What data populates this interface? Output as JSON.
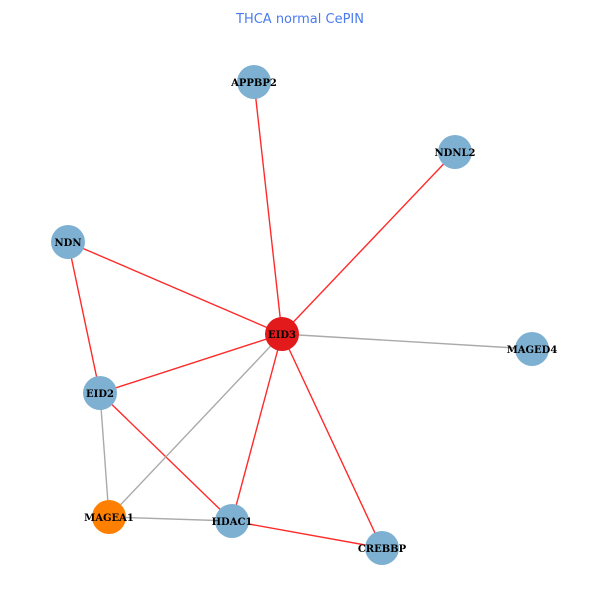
{
  "title": "THCA normal CePIN",
  "colors": {
    "default_node": "#7eb0d2",
    "center_node": "#e31a1c",
    "highlight_node": "#ff7f00",
    "red_edge": "#ff2a2a",
    "gray_edge": "#aaaaaa"
  },
  "nodes": [
    {
      "id": "APPBP2",
      "label": "APPBP2",
      "type": "default"
    },
    {
      "id": "NDNL2",
      "label": "NDNL2",
      "type": "default"
    },
    {
      "id": "NDN",
      "label": "NDN",
      "type": "default"
    },
    {
      "id": "EID3",
      "label": "EID3",
      "type": "center"
    },
    {
      "id": "MAGED4",
      "label": "MAGED4",
      "type": "default"
    },
    {
      "id": "EID2",
      "label": "EID2",
      "type": "default"
    },
    {
      "id": "MAGEA1",
      "label": "MAGEA1",
      "type": "highlight"
    },
    {
      "id": "HDAC1",
      "label": "HDAC1",
      "type": "default"
    },
    {
      "id": "CREBBP",
      "label": "CREBBP",
      "type": "default"
    }
  ],
  "edges": [
    {
      "source": "EID3",
      "target": "APPBP2",
      "kind": "red"
    },
    {
      "source": "EID3",
      "target": "NDNL2",
      "kind": "red"
    },
    {
      "source": "EID3",
      "target": "NDN",
      "kind": "red"
    },
    {
      "source": "EID3",
      "target": "EID2",
      "kind": "red"
    },
    {
      "source": "EID3",
      "target": "HDAC1",
      "kind": "red"
    },
    {
      "source": "EID3",
      "target": "CREBBP",
      "kind": "red"
    },
    {
      "source": "NDN",
      "target": "EID2",
      "kind": "red"
    },
    {
      "source": "EID2",
      "target": "HDAC1",
      "kind": "red"
    },
    {
      "source": "HDAC1",
      "target": "CREBBP",
      "kind": "red"
    },
    {
      "source": "EID3",
      "target": "MAGED4",
      "kind": "gray"
    },
    {
      "source": "EID3",
      "target": "MAGEA1",
      "kind": "gray"
    },
    {
      "source": "EID2",
      "target": "MAGEA1",
      "kind": "gray"
    },
    {
      "source": "MAGEA1",
      "target": "HDAC1",
      "kind": "gray"
    }
  ]
}
